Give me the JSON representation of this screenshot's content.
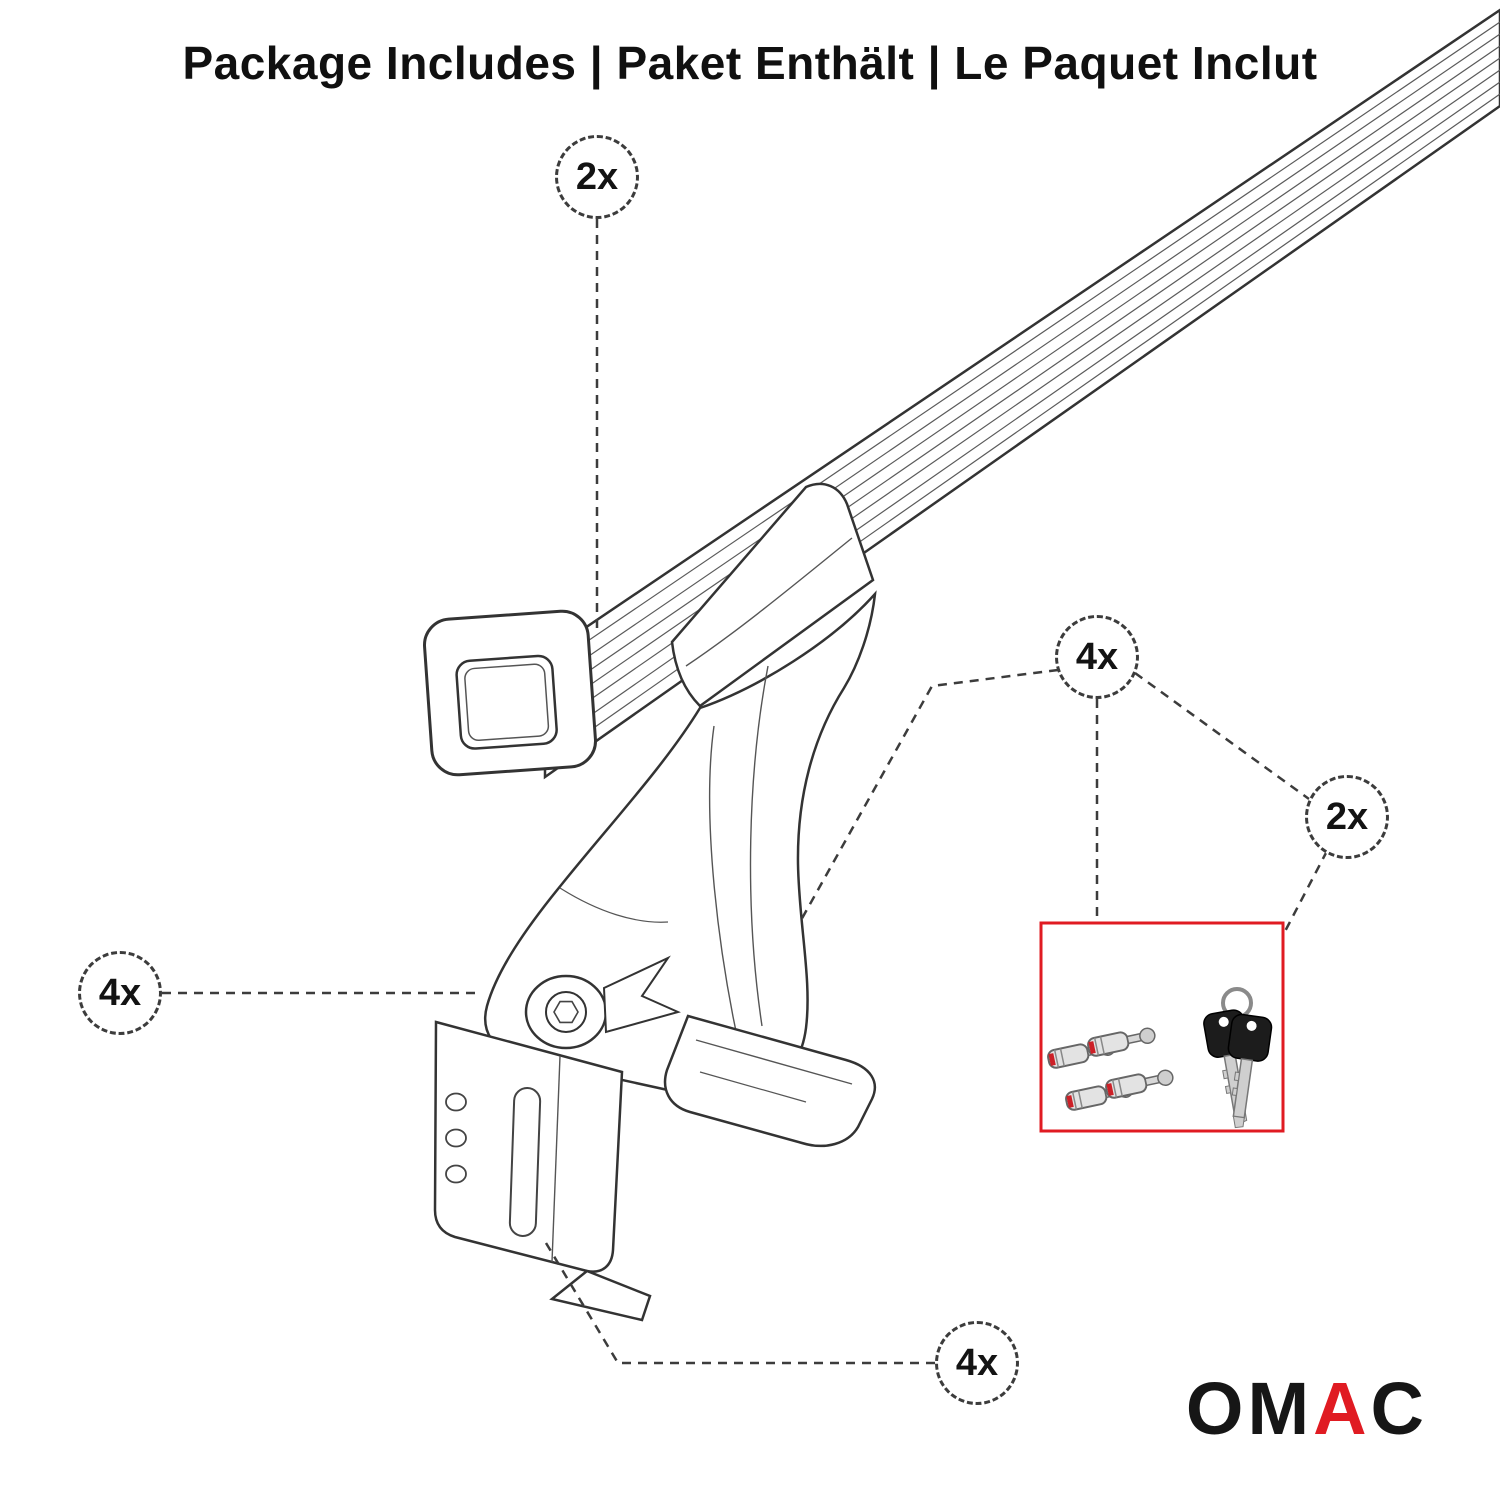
{
  "title": "Package Includes | Paket Enthält | Le Paquet Inclut",
  "callouts": {
    "crossbar_qty": "2x",
    "foot_qty": "4x",
    "lock_cylinder_qty": "4x",
    "key_qty": "2x",
    "clamp_qty": "4x"
  },
  "logo": {
    "prefix": "OM",
    "accent": "A",
    "suffix": "C"
  },
  "colors": {
    "accent_red": "#e01b22",
    "line_dark": "#333333"
  },
  "icons": {
    "crossbar": "roof-rack-crossbar-line-art",
    "end_cap": "crossbar-end-cap-line-art",
    "mounting_foot": "mounting-foot-line-art",
    "clamp_plate": "clamp-plate-line-art",
    "lock_cylinders": "four-lock-cylinders-photo",
    "keys": "two-keys-on-ring-photo"
  }
}
